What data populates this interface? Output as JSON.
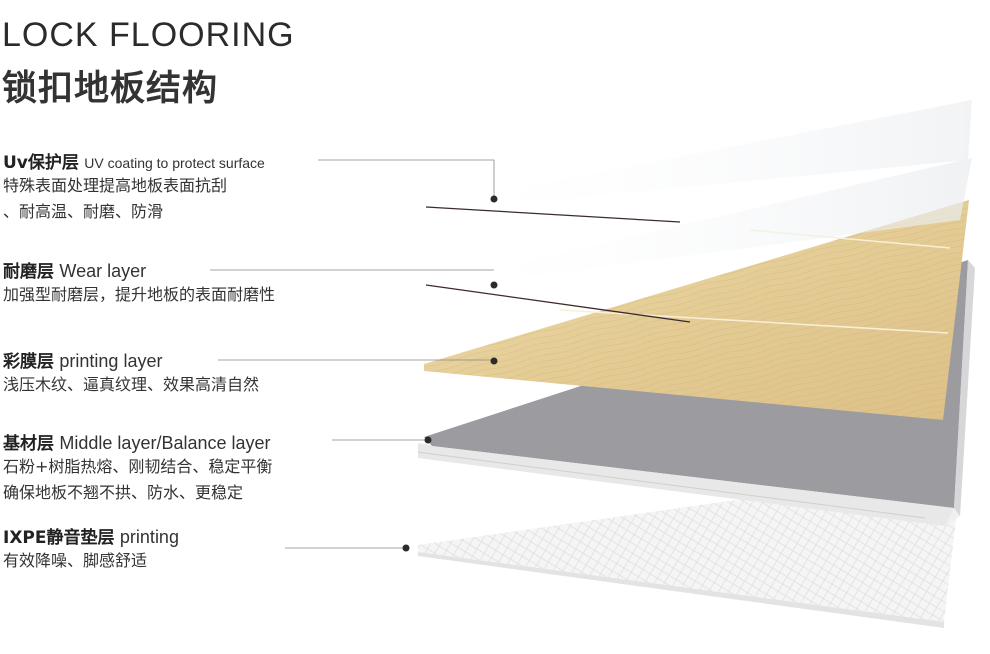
{
  "header": {
    "title_en": "LOCK FLOORING",
    "title_cn": "锁扣地板结构"
  },
  "layers": [
    {
      "cn": "Uv保护层",
      "en": "UV coating to protect surface",
      "desc": [
        "特殊表面处理提高地板表面抗刮",
        "、耐高温、耐磨、防滑"
      ]
    },
    {
      "cn": "耐磨层",
      "en": "Wear layer",
      "desc": [
        "加强型耐磨层，提升地板的表面耐磨性"
      ]
    },
    {
      "cn": "彩膜层",
      "en": "printing layer",
      "desc": [
        "浅压木纹、逼真纹理、效果高清自然"
      ]
    },
    {
      "cn": "基材层",
      "en": "Middle layer/Balance layer",
      "desc": [
        "石粉+树脂热熔、刚韧结合、稳定平衡",
        "确保地板不翘不拱、防水、更稳定"
      ]
    },
    {
      "cn": "IXPE静音垫层",
      "en": "printing",
      "desc": [
        "有效降噪、脚感舒适"
      ]
    }
  ],
  "colors": {
    "wood": "#e6cf9a",
    "core": "#9c9ca0",
    "base": "#f2f2f2"
  }
}
